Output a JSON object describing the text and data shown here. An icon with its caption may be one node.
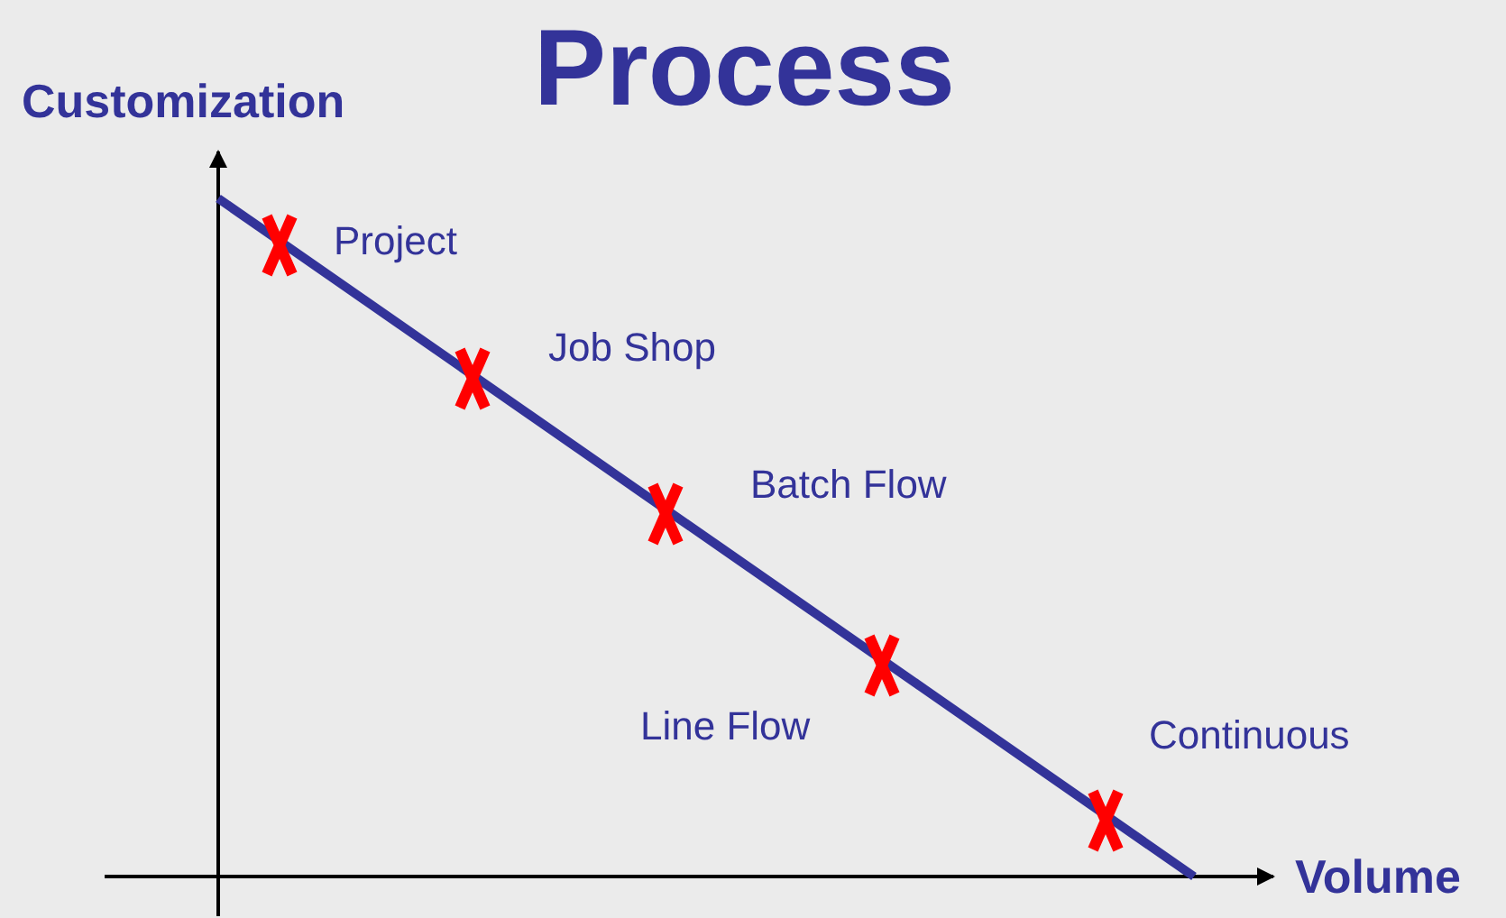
{
  "diagram": {
    "title": "Process",
    "labels": [
      "Customization",
      "Project",
      "Job Shop",
      "Batch Flow",
      "Line Flow",
      "Continuous",
      "Volume"
    ]
  }
}
